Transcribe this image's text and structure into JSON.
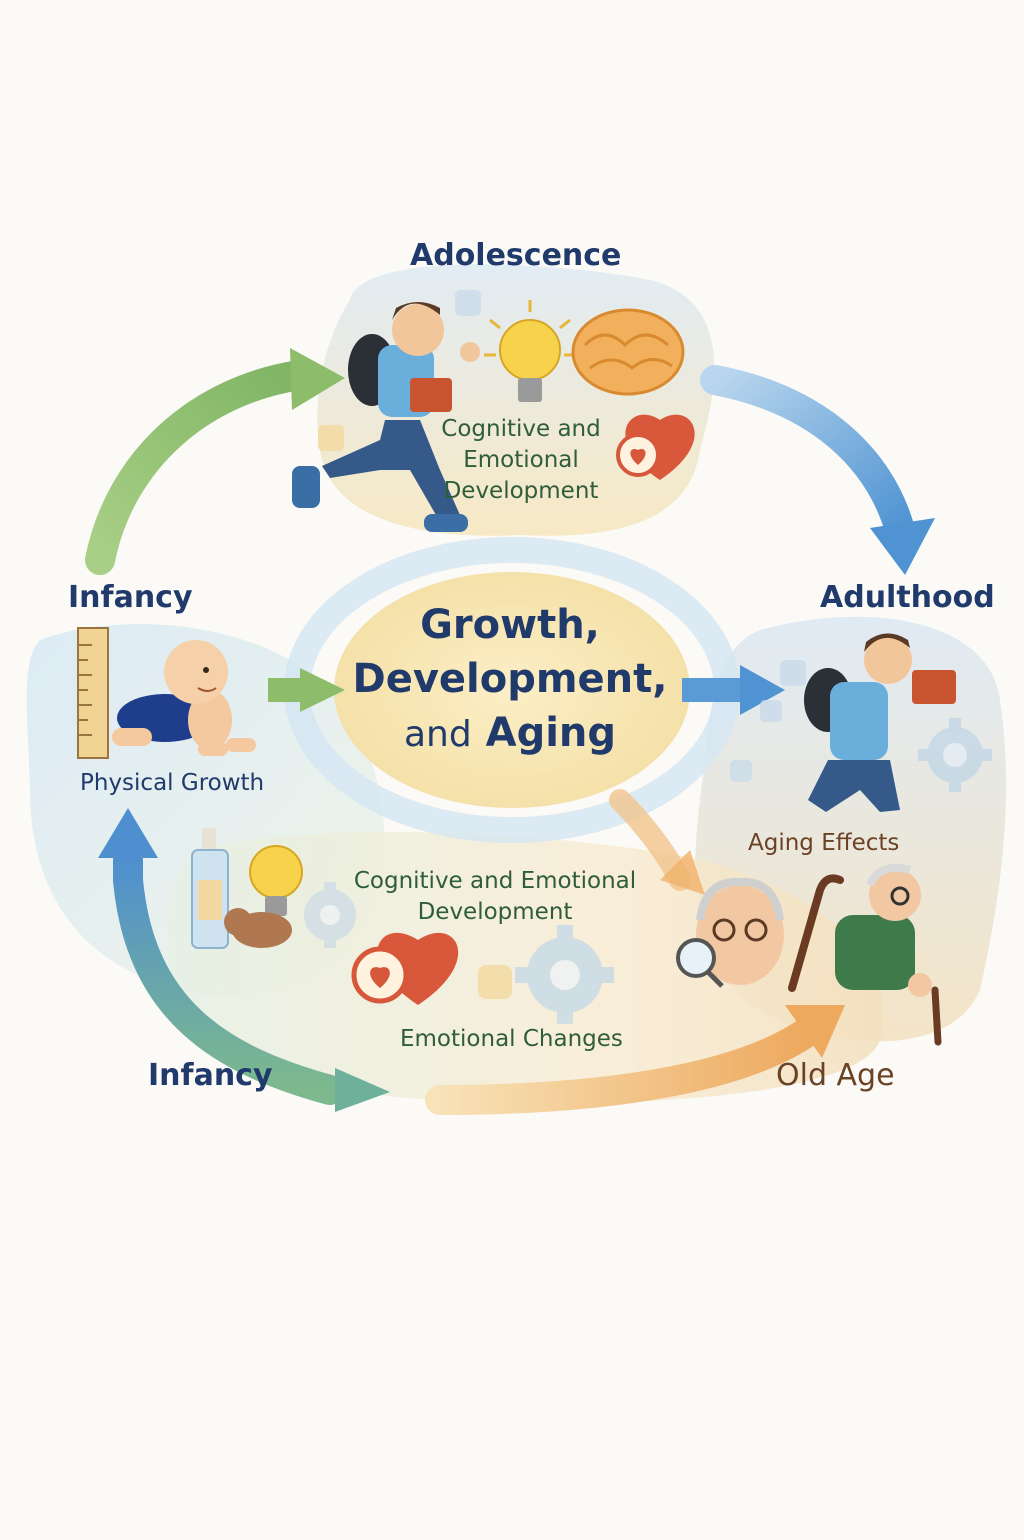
{
  "diagram": {
    "center_title": {
      "line1": "Growth,",
      "line2": "Development,",
      "line3_prefix": "and",
      "line3_main": "Aging"
    },
    "stages": {
      "adolescence": "Adolescence",
      "infancy_top": "Infancy",
      "adulthood": "Adulthood",
      "infancy_bottom": "Infancy",
      "old_age": "Old Age"
    },
    "captions": {
      "adolescence_caption": [
        "Cognitive and",
        "Emotional",
        "Development"
      ],
      "physical_growth": "Physical Growth",
      "cognitive_emotional": [
        "Cognitive and Emotional",
        "Development"
      ],
      "emotional_changes": "Emotional Changes",
      "aging_effects": "Aging Effects"
    },
    "icons": [
      "ruler-icon",
      "baby-icon",
      "lightbulb-icon",
      "brain-icon",
      "heart-icon",
      "gear-icon",
      "bottle-icon",
      "teddy-icon",
      "student-icon",
      "reader-icon",
      "elder-face-icon",
      "elder-cane-icon",
      "magnifier-icon",
      "cane-icon"
    ],
    "colors": {
      "title": "#1f3a6b",
      "caption_green": "#2f5d3a",
      "arrow_green": "#8db86a",
      "arrow_blue": "#5b9bd5",
      "arrow_orange": "#f0b26a",
      "old_age": "#6b4226"
    }
  }
}
